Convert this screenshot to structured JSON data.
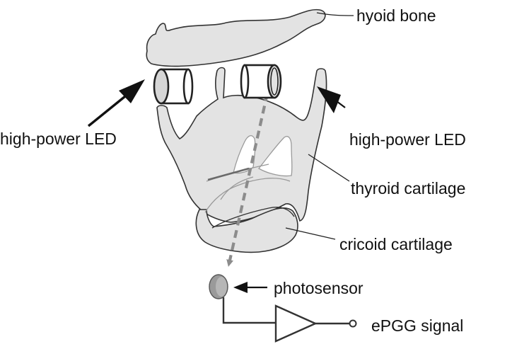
{
  "labels": {
    "hyoid_bone": "hyoid bone",
    "led_left": "high-power LED",
    "led_right": "high-power LED",
    "thyroid": "thyroid cartilage",
    "cricoid": "cricoid cartilage",
    "photosensor": "photosensor",
    "signal": "ePGG signal"
  },
  "colors": {
    "tissue_fill": "#e3e3e3",
    "outline": "#333333",
    "light_path": "#8c8c8c",
    "fold_outline": "#9a9a9a",
    "sensor": "#9a9a9a",
    "arrow": "#111111"
  },
  "icons": {
    "amplifier": "triangle-amplifier-icon",
    "terminal": "open-circle-terminal-icon",
    "led": "cylinder-led-icon"
  }
}
